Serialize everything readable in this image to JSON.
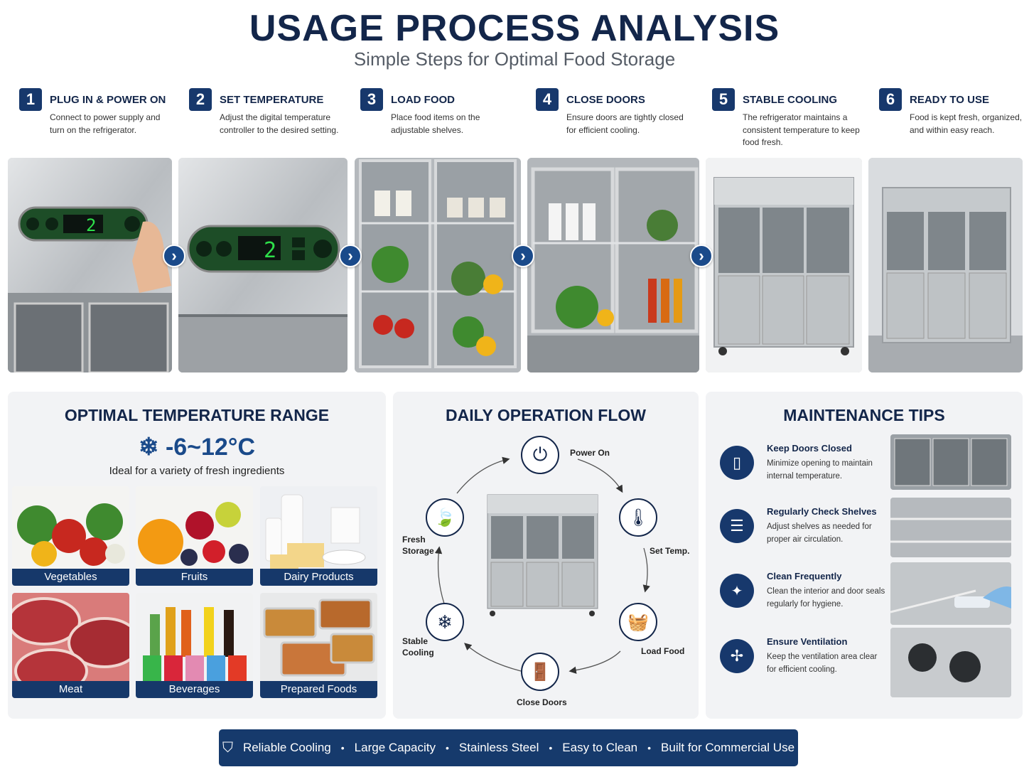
{
  "header": {
    "title": "USAGE PROCESS ANALYSIS",
    "subtitle": "Simple Steps for Optimal Food Storage"
  },
  "steps": [
    {
      "number": "1",
      "title": "PLUG IN & POWER ON",
      "desc": "Connect to power supply and turn on the refrigerator."
    },
    {
      "number": "2",
      "title": "SET TEMPERATURE",
      "desc": "Adjust the digital temperature controller to the desired setting."
    },
    {
      "number": "3",
      "title": "LOAD FOOD",
      "desc": "Place food items on the adjustable shelves."
    },
    {
      "number": "4",
      "title": "CLOSE DOORS",
      "desc": "Ensure doors are tightly closed for efficient cooling."
    },
    {
      "number": "5",
      "title": "STABLE COOLING",
      "desc": "The refrigerator maintains a consistent temperature to keep food fresh."
    },
    {
      "number": "6",
      "title": "READY TO USE",
      "desc": "Food is kept fresh, organized, and within easy reach."
    }
  ],
  "display_digit": "2",
  "temperature": {
    "title": "OPTIMAL TEMPERATURE RANGE",
    "range": "-6~12°C",
    "caption": "Ideal for a variety of fresh ingredients",
    "categories": [
      "Vegetables",
      "Fruits",
      "Dairy Products",
      "Meat",
      "Beverages",
      "Prepared Foods"
    ]
  },
  "flow": {
    "title": "DAILY OPERATION FLOW",
    "power_on": "Power On",
    "set_temp": "Set Temp.",
    "load_food": "Load Food",
    "close_doors": "Close Doors",
    "stable_cooling_1": "Stable",
    "stable_cooling_2": "Cooling",
    "fresh_storage_1": "Fresh",
    "fresh_storage_2": "Storage"
  },
  "maintenance": {
    "title": "MAINTENANCE TIPS",
    "tips": [
      {
        "title": "Keep Doors Closed",
        "desc": "Minimize opening to maintain internal temperature.",
        "icon": "door-icon"
      },
      {
        "title": "Regularly Check Shelves",
        "desc": "Adjust shelves as needed for proper air circulation.",
        "icon": "shelves-icon"
      },
      {
        "title": "Clean Frequently",
        "desc": "Clean the interior and door seals regularly for hygiene.",
        "icon": "cleaning-icon"
      },
      {
        "title": "Ensure Ventilation",
        "desc": "Keep the ventilation area clear for efficient cooling.",
        "icon": "fan-icon"
      }
    ]
  },
  "features": [
    "Reliable Cooling",
    "Large Capacity",
    "Stainless Steel",
    "Easy to Clean",
    "Built for Commercial Use"
  ],
  "colors": {
    "navy": "#13264a",
    "accent": "#17386c",
    "digit_green": "#2ee04a"
  }
}
